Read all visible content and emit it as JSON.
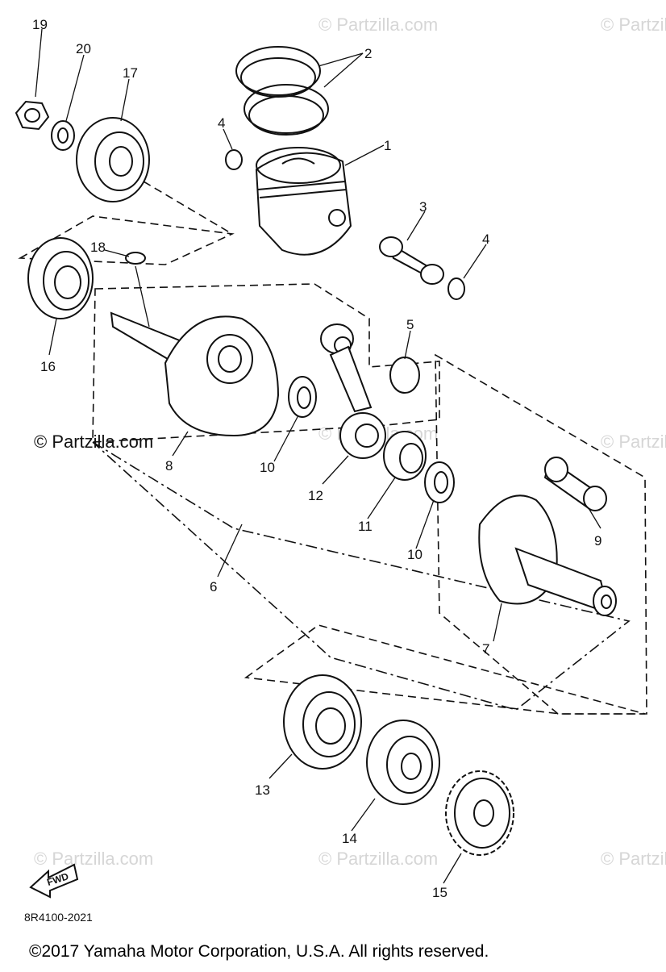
{
  "watermarks": [
    "© Partzilla.com",
    "© Partzilla.com",
    "© Partzilla.com",
    "© Partzilla.com",
    "© Partzilla.com",
    "© Partzilla.com",
    "© Partzilla.com",
    "© Partzilla.com"
  ],
  "callouts": {
    "p1": "1",
    "p2": "2",
    "p3": "3",
    "p4a": "4",
    "p4b": "4",
    "p5": "5",
    "p6": "6",
    "p7": "7",
    "p8": "8",
    "p9": "9",
    "p10a": "10",
    "p10b": "10",
    "p11": "11",
    "p12": "12",
    "p13": "13",
    "p14": "14",
    "p15": "15",
    "p16": "16",
    "p17": "17",
    "p18": "18",
    "p19": "19",
    "p20": "20"
  },
  "fwd_label": "FWD",
  "diagram_code": "8R4100-2021",
  "copyright": "©2017  Yamaha Motor Corporation, U.S.A. All rights reserved."
}
